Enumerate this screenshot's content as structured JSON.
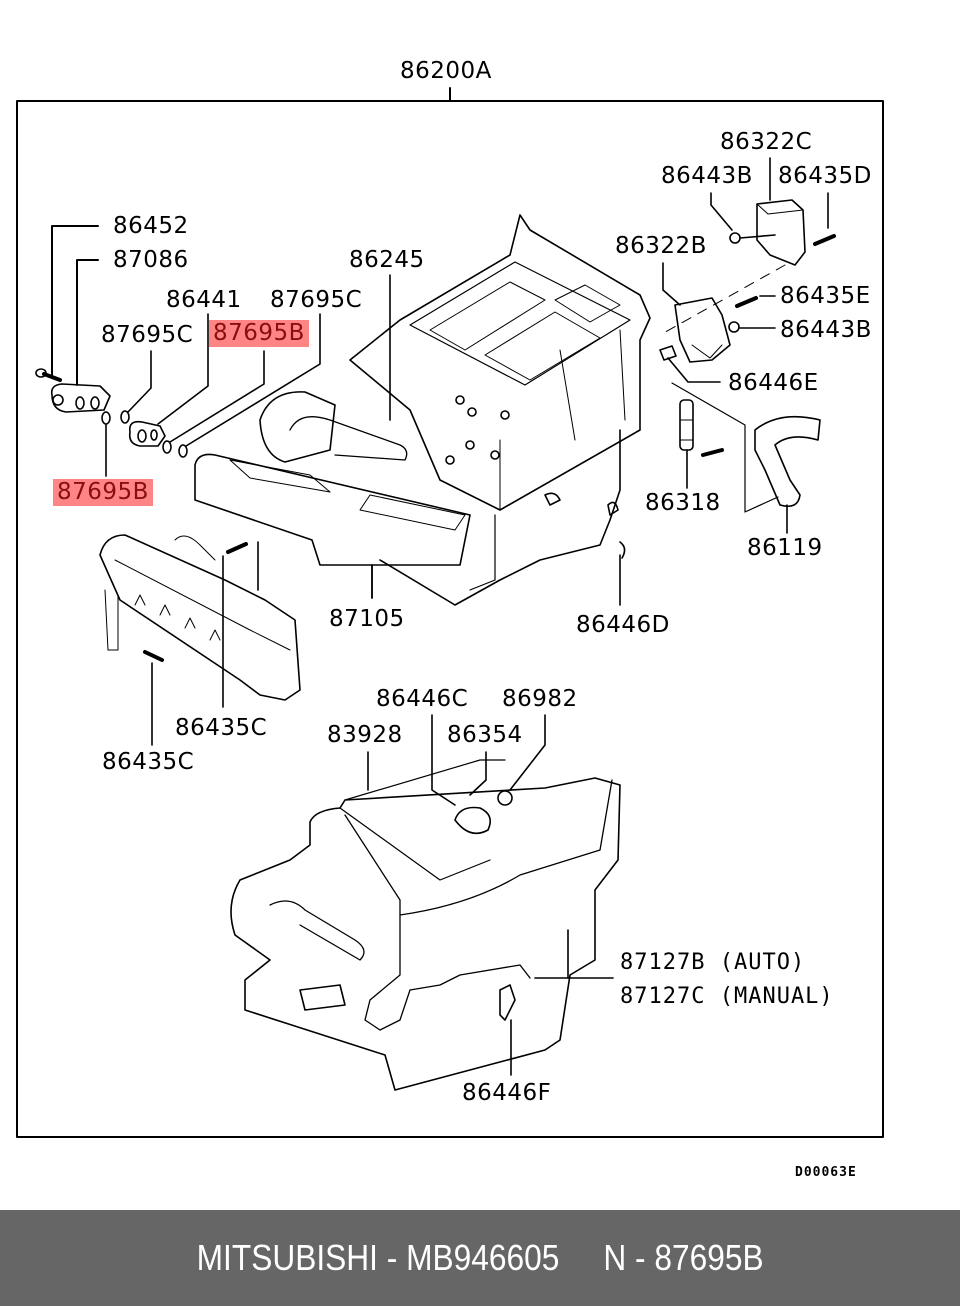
{
  "diagram": {
    "assembly_label": "86200A",
    "drawing_code": "D00063E",
    "highlight_color": "#fe8586",
    "highlight_text_color": "#8a0e10",
    "labels": {
      "l86452": "86452",
      "l87086": "87086",
      "l86441": "86441",
      "l87695c_top": "87695C",
      "l87695c_left": "87695C",
      "l87695b_top": "87695B",
      "l87695b_left": "87695B",
      "l86245": "86245",
      "l86322c": "86322C",
      "l86443b_top": "86443B",
      "l86435d": "86435D",
      "l86322b": "86322B",
      "l86435e": "86435E",
      "l86443b_right": "86443B",
      "l86446e": "86446E",
      "l86318": "86318",
      "l86119": "86119",
      "l87105": "87105",
      "l86446d": "86446D",
      "l86435c_a": "86435C",
      "l86435c_b": "86435C",
      "l86446c": "86446C",
      "l86982": "86982",
      "l83928": "83928",
      "l86354": "86354",
      "l87127b": "87127B (AUTO)",
      "l87127c": "87127C (MANUAL)",
      "l86446f": "86446F"
    }
  },
  "footer": {
    "text": "MITSUBISHI - MB946605     N - 87695B"
  }
}
